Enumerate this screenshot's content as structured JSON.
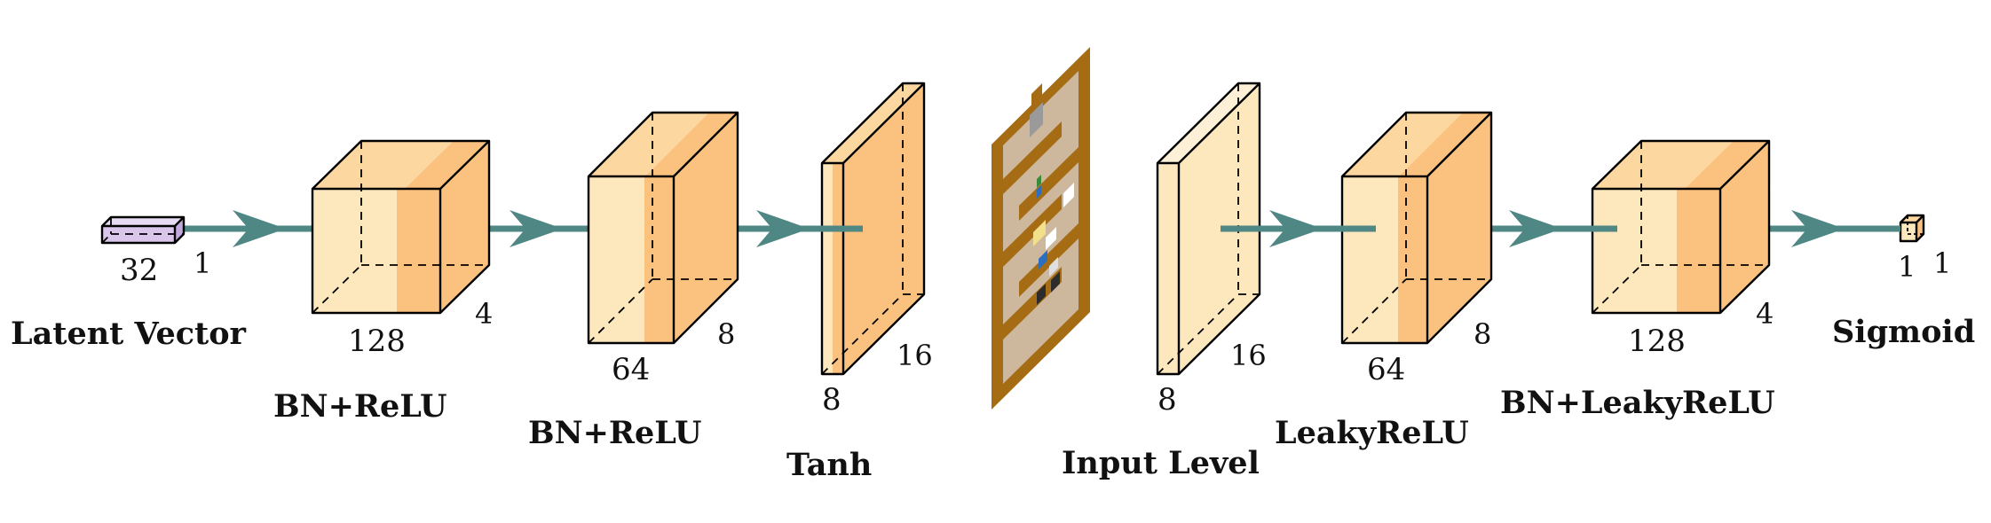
{
  "colors": {
    "cube_front": "#fde7bd",
    "cube_side": "#fbc17f",
    "cube_top": "#fdd7a0",
    "cube_shade": "#fbc17f",
    "latent_front": "#d9c6ea",
    "latent_side": "#c3a8dd",
    "arrow": "#4f8784",
    "level_border": "#a56c14",
    "level_fill": "#cdb79d"
  },
  "blocks": [
    {
      "id": "latent",
      "dims": {
        "a": "32",
        "b": "1"
      },
      "caption": "Latent Vector"
    },
    {
      "id": "gen1",
      "dims": {
        "a": "128",
        "b": "4"
      },
      "caption": "BN+ReLU"
    },
    {
      "id": "gen2",
      "dims": {
        "a": "64",
        "b": "8"
      },
      "caption": "BN+ReLU"
    },
    {
      "id": "gen3",
      "dims": {
        "a": "8",
        "b": "16"
      },
      "caption": "Tanh"
    },
    {
      "id": "level",
      "dims": {},
      "caption": "Input Level"
    },
    {
      "id": "disc1",
      "dims": {
        "a": "8",
        "b": "16"
      },
      "caption": ""
    },
    {
      "id": "disc2",
      "dims": {
        "a": "64",
        "b": "8"
      },
      "caption": "LeakyReLU"
    },
    {
      "id": "disc3",
      "dims": {
        "a": "128",
        "b": "4"
      },
      "caption": "BN+LeakyReLU"
    },
    {
      "id": "output",
      "dims": {
        "a": "1",
        "b": "1"
      },
      "caption": "Sigmoid"
    }
  ]
}
